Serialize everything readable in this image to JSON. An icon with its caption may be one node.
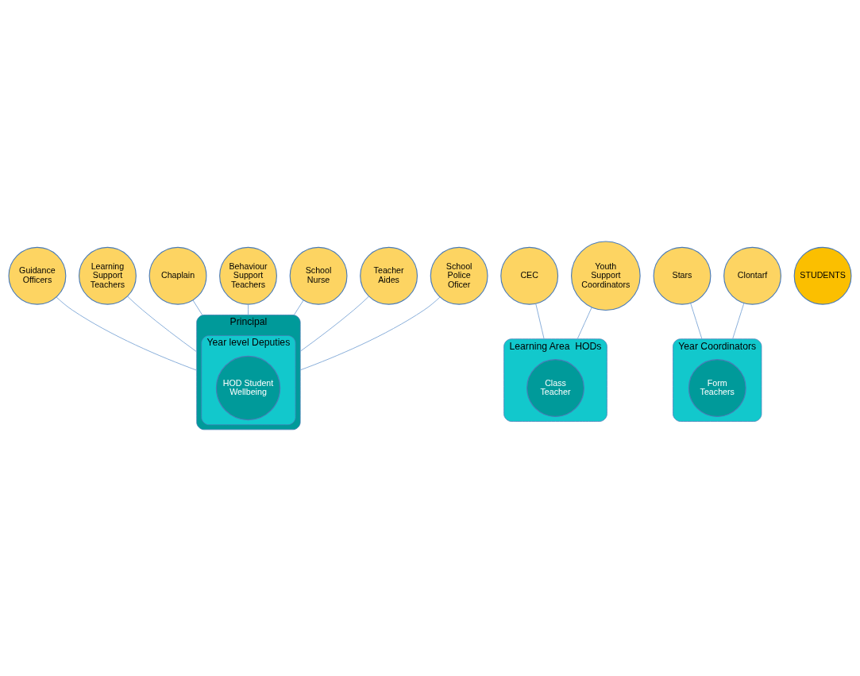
{
  "diagram": {
    "nodes": [
      {
        "text": [
          "Guidance Officers"
        ]
      },
      {
        "text": [
          "Learning Support Teachers"
        ]
      },
      {
        "text": [
          "Chaplain"
        ]
      },
      {
        "text": [
          "Behaviour Support Teachers"
        ]
      },
      {
        "text": [
          "School Nurse"
        ]
      },
      {
        "text": [
          "Principal"
        ]
      },
      {
        "text": [
          "Teacher Aides"
        ]
      },
      {
        "text": [
          "School Police Oficer"
        ]
      },
      {
        "text": [
          "Year level Deputies"
        ],
        "in": 5
      },
      {
        "text": [
          "HOD Student Wellbeing"
        ],
        "in": 8
      },
      {
        "text": [
          "CEC"
        ]
      },
      {
        "text": [
          "Learning Area  HODs"
        ]
      },
      {
        "text": [
          "Year Coordinators"
        ]
      },
      {
        "text": [
          "Stars"
        ]
      },
      {
        "text": [
          "Class Teacher"
        ],
        "in": 11
      },
      {
        "text": [
          "STUDENTS"
        ]
      },
      {
        "text": [
          "Form Teachers"
        ],
        "in": 12
      },
      {
        "text": [
          "Youth Support Coordinators"
        ]
      },
      {
        "text": [
          "Clontarf"
        ]
      }
    ],
    "edges": [
      {
        "from": 6,
        "to": 5,
        "arrow": "none"
      },
      {
        "from": 3,
        "to": 5,
        "arrow": "none"
      },
      {
        "from": 1,
        "to": 5,
        "arrow": "none"
      },
      {
        "from": 0,
        "to": 5,
        "arrow": "none"
      },
      {
        "from": 2,
        "to": 5,
        "arrow": "none"
      },
      {
        "from": 4,
        "to": 5,
        "arrow": "none"
      },
      {
        "from": 7,
        "to": 5,
        "arrow": "none"
      },
      {
        "from": 10,
        "to": 11,
        "arrow": "none"
      },
      {
        "from": 17,
        "to": 11,
        "arrow": "none"
      },
      {
        "from": 13,
        "to": 12,
        "arrow": "none"
      },
      {
        "from": 18,
        "to": 12,
        "arrow": "none"
      }
    ]
  }
}
